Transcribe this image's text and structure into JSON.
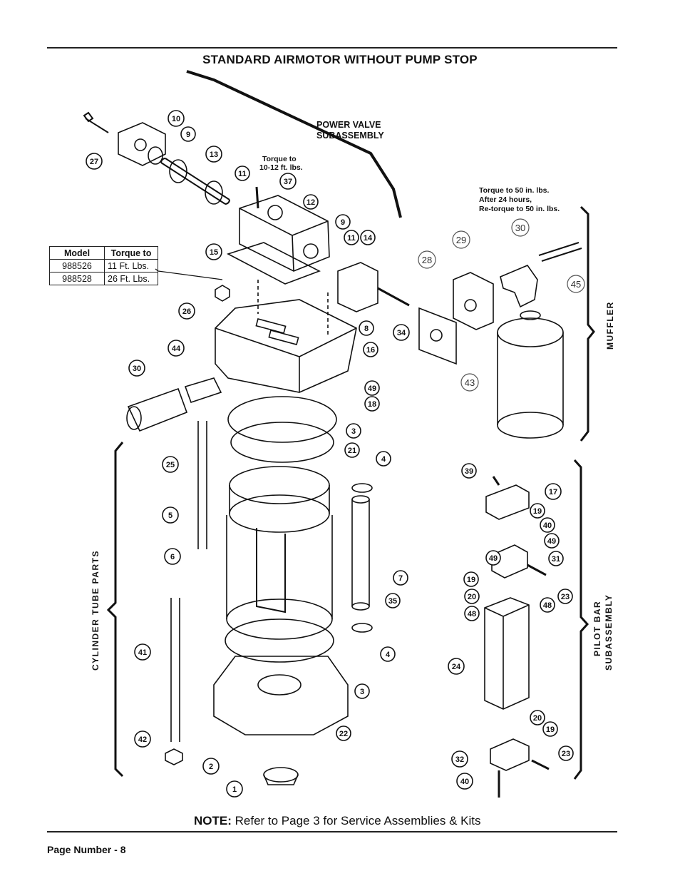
{
  "title": "STANDARD AIRMOTOR WITHOUT PUMP STOP",
  "labels": {
    "power_valve_line1": "POWER  VALVE",
    "power_valve_line2": "SUBASSEMBLY",
    "torque_10_12_line1": "Torque to",
    "torque_10_12_line2": "10-12 ft. lbs.",
    "torque_50_line1": "Torque to 50 in. lbs.",
    "torque_50_line2": "After 24 hours,",
    "torque_50_line3": "Re-torque to 50 in. lbs.",
    "muffler": "MUFFLER",
    "cylinder_tube_parts": "CYLINDER TUBE PARTS",
    "pilot_bar_line1": "PILOT  BAR",
    "pilot_bar_line2": "SUBASSEMBLY"
  },
  "torque_table": {
    "headers": [
      "Model",
      "Torque to"
    ],
    "rows": [
      [
        "988526",
        "11 Ft. Lbs."
      ],
      [
        "988528",
        "26 Ft. Lbs."
      ]
    ]
  },
  "callouts": {
    "c1": "1",
    "c2": "2",
    "c3a": "3",
    "c3b": "3",
    "c4a": "4",
    "c4b": "4",
    "c5": "5",
    "c6": "6",
    "c7": "7",
    "c8": "8",
    "c9a": "9",
    "c9b": "9",
    "c10": "10",
    "c11a": "11",
    "c11b": "11",
    "c12": "12",
    "c13": "13",
    "c14": "14",
    "c15": "15",
    "c16": "16",
    "c17": "17",
    "c18": "18",
    "c19a": "19",
    "c19b": "19",
    "c19c": "19",
    "c20a": "20",
    "c20b": "20",
    "c21": "21",
    "c22": "22",
    "c23a": "23",
    "c23b": "23",
    "c24": "24",
    "c25": "25",
    "c26": "26",
    "c27": "27",
    "c28": "28",
    "c29": "29",
    "c30a": "30",
    "c30b": "30",
    "c31": "31",
    "c32": "32",
    "c34": "34",
    "c35": "35",
    "c37": "37",
    "c39": "39",
    "c40a": "40",
    "c40b": "40",
    "c41": "41",
    "c42": "42",
    "c43": "43",
    "c44": "44",
    "c45": "45",
    "c48a": "48",
    "c48b": "48",
    "c49a": "49",
    "c49b": "49",
    "c49c": "49"
  },
  "note_label": "NOTE:",
  "note_text": " Refer to Page 3 for Service Assemblies & Kits",
  "footer": "Page Number - 8"
}
